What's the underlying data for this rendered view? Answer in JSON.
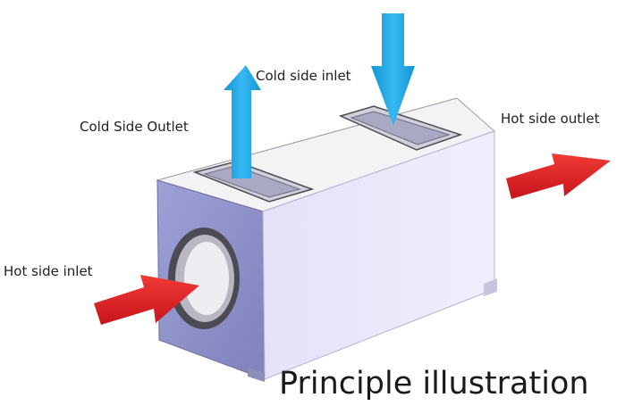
{
  "labels": {
    "cold_side_inlet": "Cold side inlet",
    "cold_side_outlet": "Cold Side Outlet",
    "hot_side_outlet": "Hot side outlet",
    "hot_side_inlet": "Hot side inlet"
  },
  "caption": "Principle illustration",
  "colors": {
    "cold_arrow": "#1aa7e8",
    "hot_arrow": "#e21f26",
    "box_front": "#8f92c9",
    "box_side": "#e7e2f9",
    "box_top": "#f3f3f6"
  },
  "icons": {
    "cold_inlet": "down-arrow-icon",
    "cold_outlet": "up-arrow-icon",
    "hot_inlet": "right-arrow-icon",
    "hot_outlet": "right-arrow-icon"
  }
}
